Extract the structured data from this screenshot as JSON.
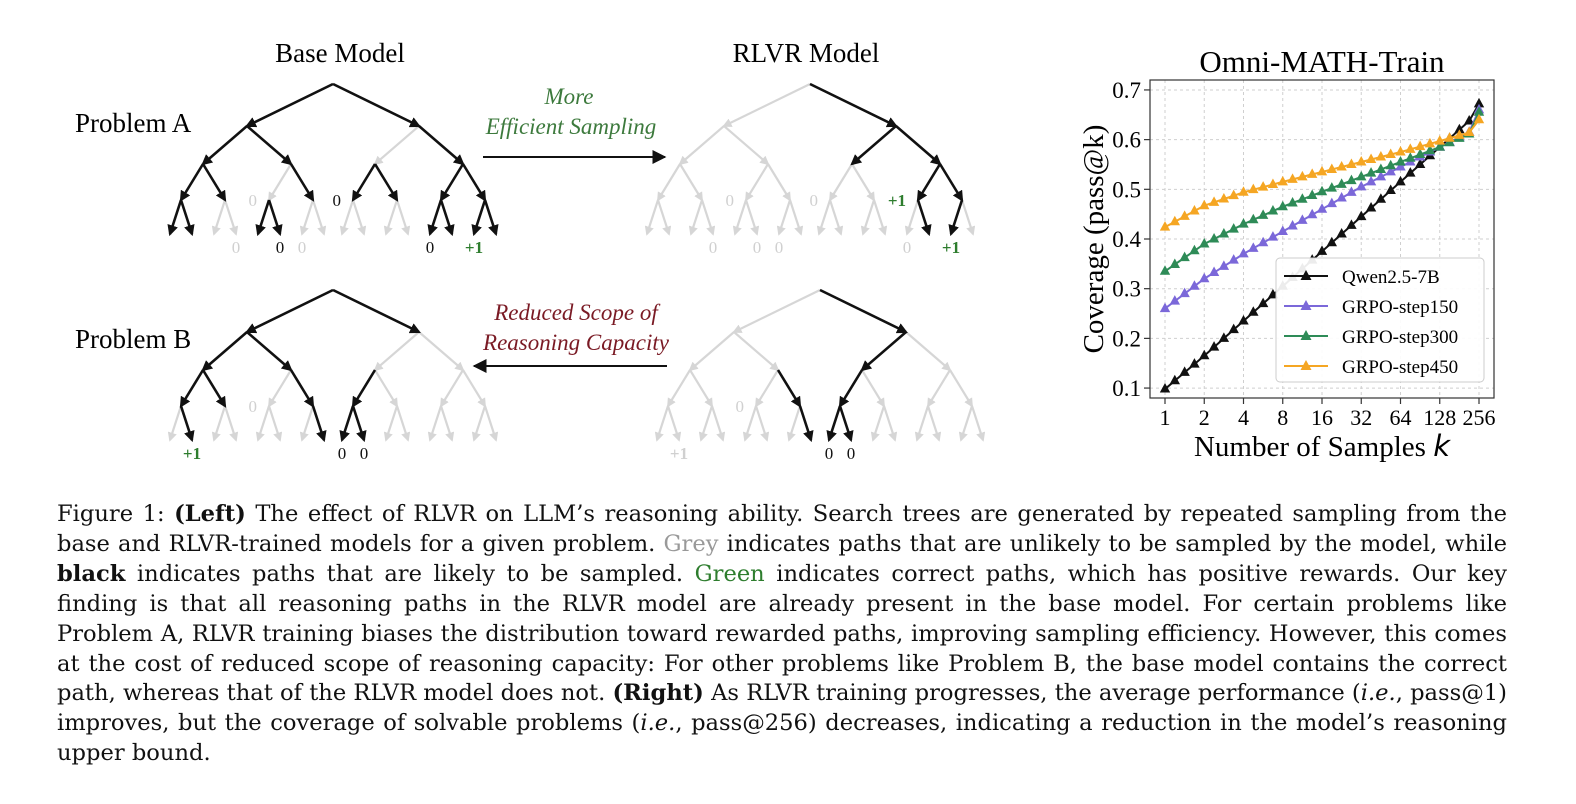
{
  "left": {
    "headers": {
      "base": "Base Model",
      "rlvr": "RLVR Model"
    },
    "problems": {
      "a": "Problem A",
      "b": "Problem B"
    },
    "arrows": {
      "a": {
        "line1": "More",
        "line2": "Efficient Sampling"
      },
      "b": {
        "line1": "Reduced Scope of",
        "line2": "Reasoning Capacity"
      }
    },
    "colors": {
      "black": "#111111",
      "grey": "#d6d6d6",
      "green": "#2e7d2e",
      "greenArrow": "#3d7a3d",
      "redArrow": "#7a1a24",
      "leafGrey": "#d0d0d0"
    },
    "reward_zero": "0",
    "reward_one": "+1",
    "trees": {
      "baseA": {
        "bold": [
          "1",
          "2",
          "3",
          "4",
          "5",
          "7",
          "8",
          "9",
          "11",
          "12",
          "13",
          "14",
          "15",
          "16",
          "17",
          "20",
          "21",
          "28",
          "29",
          "30",
          "31"
        ],
        "zero": [
          "10",
          "19",
          "21",
          "22",
          "28",
          "12"
        ],
        "one": [
          "30"
        ]
      },
      "rlvrA": {
        "bold": [
          "1",
          "3",
          "6",
          "7",
          "14",
          "15",
          "29",
          "30"
        ],
        "zero": [
          "10",
          "19",
          "21",
          "22",
          "28",
          "12"
        ],
        "one": [
          "30",
          "14"
        ]
      },
      "baseB": {
        "bold": [
          "1",
          "2",
          "3",
          "4",
          "5",
          "8",
          "9",
          "11",
          "12",
          "17",
          "23",
          "24",
          "25"
        ],
        "zero": [
          "10",
          "24",
          "25"
        ],
        "one": [
          "17"
        ]
      },
      "rlvrB": {
        "bold": [
          "1",
          "3",
          "6",
          "11",
          "12",
          "23",
          "24",
          "25"
        ],
        "zero": [
          "10",
          "24",
          "25"
        ],
        "one": [
          "17"
        ]
      }
    }
  },
  "chart_data": {
    "type": "line",
    "title": "Omni-MATH-Train",
    "xlabel": "Number of Samples k",
    "ylabel": "Coverage (pass@k)",
    "x_scale": "log2",
    "x": [
      1,
      2,
      4,
      8,
      16,
      32,
      64,
      128,
      256
    ],
    "xticklabels": [
      "1",
      "2",
      "4",
      "8",
      "16",
      "32",
      "64",
      "128",
      "256"
    ],
    "ylim": [
      0.08,
      0.72
    ],
    "yticks": [
      0.1,
      0.2,
      0.3,
      0.4,
      0.5,
      0.6,
      0.7
    ],
    "yticklabels": [
      "0.1",
      "0.2",
      "0.3",
      "0.4",
      "0.5",
      "0.6",
      "0.7"
    ],
    "grid": true,
    "legend": "bottom-right",
    "marker": "triangle",
    "series": [
      {
        "name": "Qwen2.5-7B",
        "color": "#111111",
        "anchors": [
          0.098,
          0.165,
          0.235,
          0.305,
          0.375,
          0.445,
          0.515,
          0.585,
          0.655,
          0.672
        ]
      },
      {
        "name": "GRPO-step150",
        "color": "#7b68d9",
        "anchors": [
          0.26,
          0.32,
          0.37,
          0.415,
          0.46,
          0.505,
          0.545,
          0.585,
          0.625,
          0.66
        ]
      },
      {
        "name": "GRPO-step300",
        "color": "#2e8b57",
        "anchors": [
          0.335,
          0.39,
          0.43,
          0.465,
          0.495,
          0.525,
          0.555,
          0.585,
          0.62,
          0.655
        ]
      },
      {
        "name": "GRPO-step450",
        "color": "#f5a623",
        "anchors": [
          0.424,
          0.467,
          0.494,
          0.515,
          0.535,
          0.555,
          0.575,
          0.597,
          0.62,
          0.64
        ]
      }
    ]
  },
  "caption": {
    "fig": "Figure 1: ",
    "left_label": "(Left)",
    "t1": " The effect of RLVR on LLM’s reasoning ability. Search trees are generated by repeated sampling from the base and RLVR-trained models for a given problem. ",
    "grey_word": "Grey",
    "t2": " indicates paths that are unlikely to be sampled by the model, while ",
    "black_word": "black",
    "t3": " indicates paths that are likely to be sampled. ",
    "green_word": "Green",
    "t4": " indicates correct paths, which has positive rewards. Our key finding is that all reasoning paths in the RLVR model are already present in the base model. For certain problems like Problem A, RLVR training biases the distribution toward rewarded paths, improving sampling efficiency. However, this comes at the cost of reduced scope of reasoning capacity: For other problems like Problem B, the base model contains the correct path, whereas that of the RLVR model does not. ",
    "right_label": "(Right)",
    "t5": " As RLVR training progresses, the average performance (",
    "ie1": "i.e.",
    "t6": ", pass@1) improves, but the coverage of solvable problems (",
    "ie2": "i.e.",
    "t7": ", pass@256) decreases, indicating a reduction in the model’s reasoning upper bound."
  }
}
